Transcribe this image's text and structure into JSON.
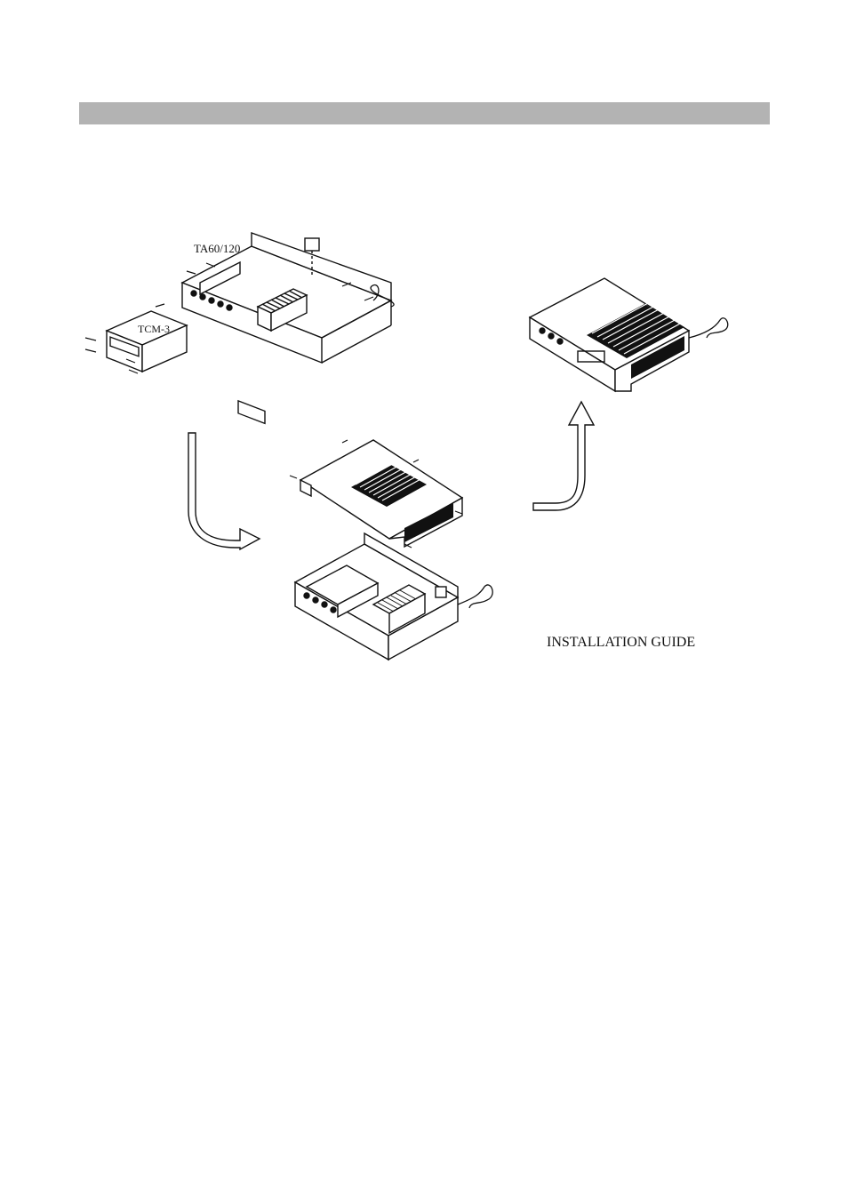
{
  "header": {
    "bar_color": "#b3b3b3"
  },
  "diagram": {
    "labels": {
      "amplifier_model": "TA60/120",
      "module_model": "TCM-3",
      "caption": "INSTALLATION GUIDE"
    },
    "steps": [
      {
        "name": "insert-module"
      },
      {
        "name": "attach-cover"
      },
      {
        "name": "finished-unit"
      }
    ]
  }
}
